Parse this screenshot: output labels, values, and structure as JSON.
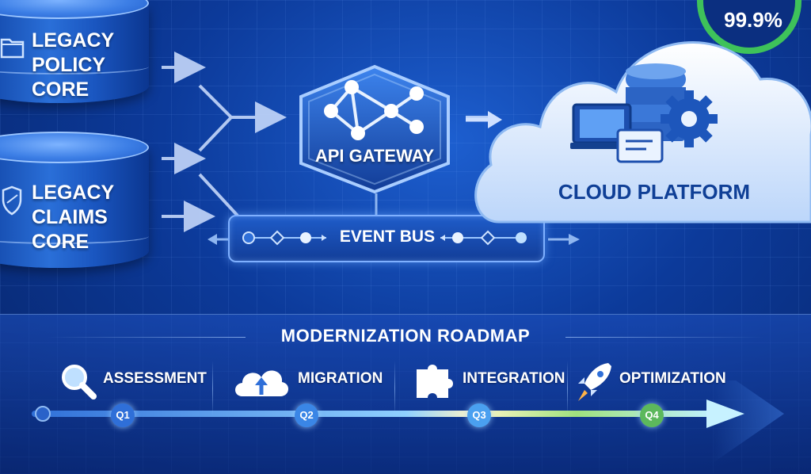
{
  "uptime": {
    "value": "99.9%"
  },
  "systems": {
    "legacy_policy": "LEGACY\nPOLICY CORE",
    "legacy_claims": "LEGACY\nCLAIMS CORE",
    "gateway": "API GATEWAY",
    "event_bus": "EVENT BUS",
    "cloud": "CLOUD PLATFORM"
  },
  "roadmap": {
    "title": "MODERNIZATION ROADMAP",
    "phases": [
      {
        "label": "ASSESSMENT",
        "quarter": "Q1",
        "icon": "magnifier-icon",
        "color": "#2f6fd8"
      },
      {
        "label": "MIGRATION",
        "quarter": "Q2",
        "icon": "cloud-upload-icon",
        "color": "#3a86e6"
      },
      {
        "label": "INTEGRATION",
        "quarter": "Q3",
        "icon": "puzzle-icon",
        "color": "#4aa0f0"
      },
      {
        "label": "OPTIMIZATION",
        "quarter": "Q4",
        "icon": "rocket-icon",
        "color": "#5cb85c"
      }
    ]
  },
  "colors": {
    "background": "#0a2d7a",
    "accent_green": "#3ec25a",
    "cloud_text": "#0f3f96"
  }
}
